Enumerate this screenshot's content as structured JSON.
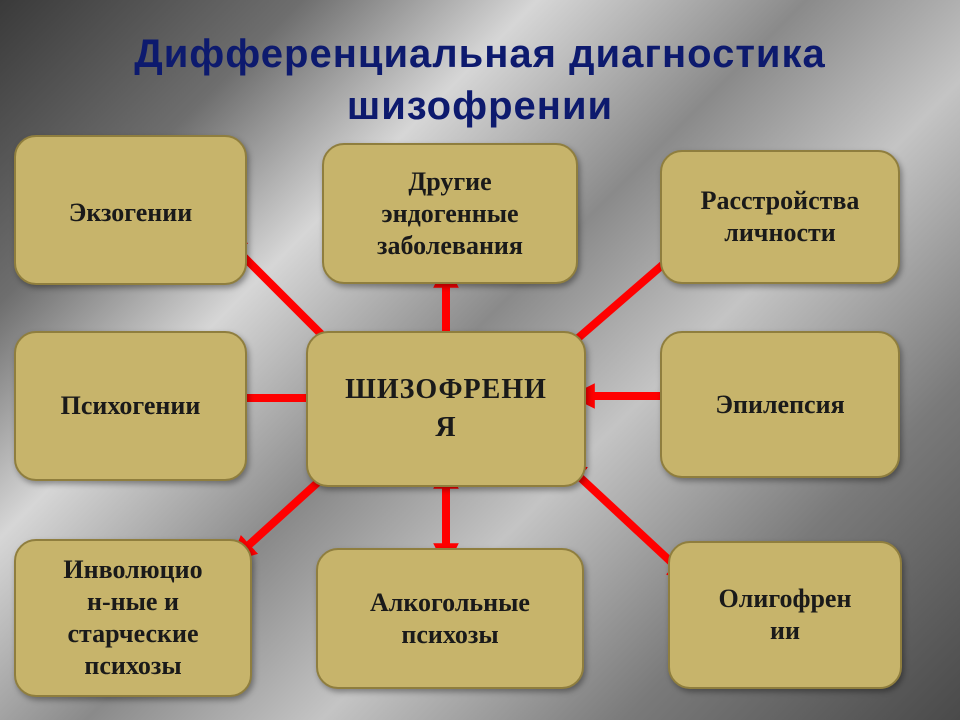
{
  "title": "Дифференциальная диагностика\nшизофрении",
  "center": "ШИЗОФРЕНИ\nЯ",
  "boxes": {
    "exogenies": "Экзогении",
    "other_endogenous": "Другие\nэндогенные\nзаболевания",
    "personality_disorders": "Расстройства\nличности",
    "psychogenies": "Психогении",
    "epilepsy": "Эпилепсия",
    "involutional": "Инволюцио\nн-ные и\nстарческие\nпсихозы",
    "alcoholic": "Алкогольные\nпсихозы",
    "oligophrenia": "Олигофрен\nии"
  },
  "colors": {
    "title": "#0d1a6e",
    "box_fill": "#c7b46b",
    "box_border": "#8f7e3e",
    "arrow": "#ff0000"
  }
}
